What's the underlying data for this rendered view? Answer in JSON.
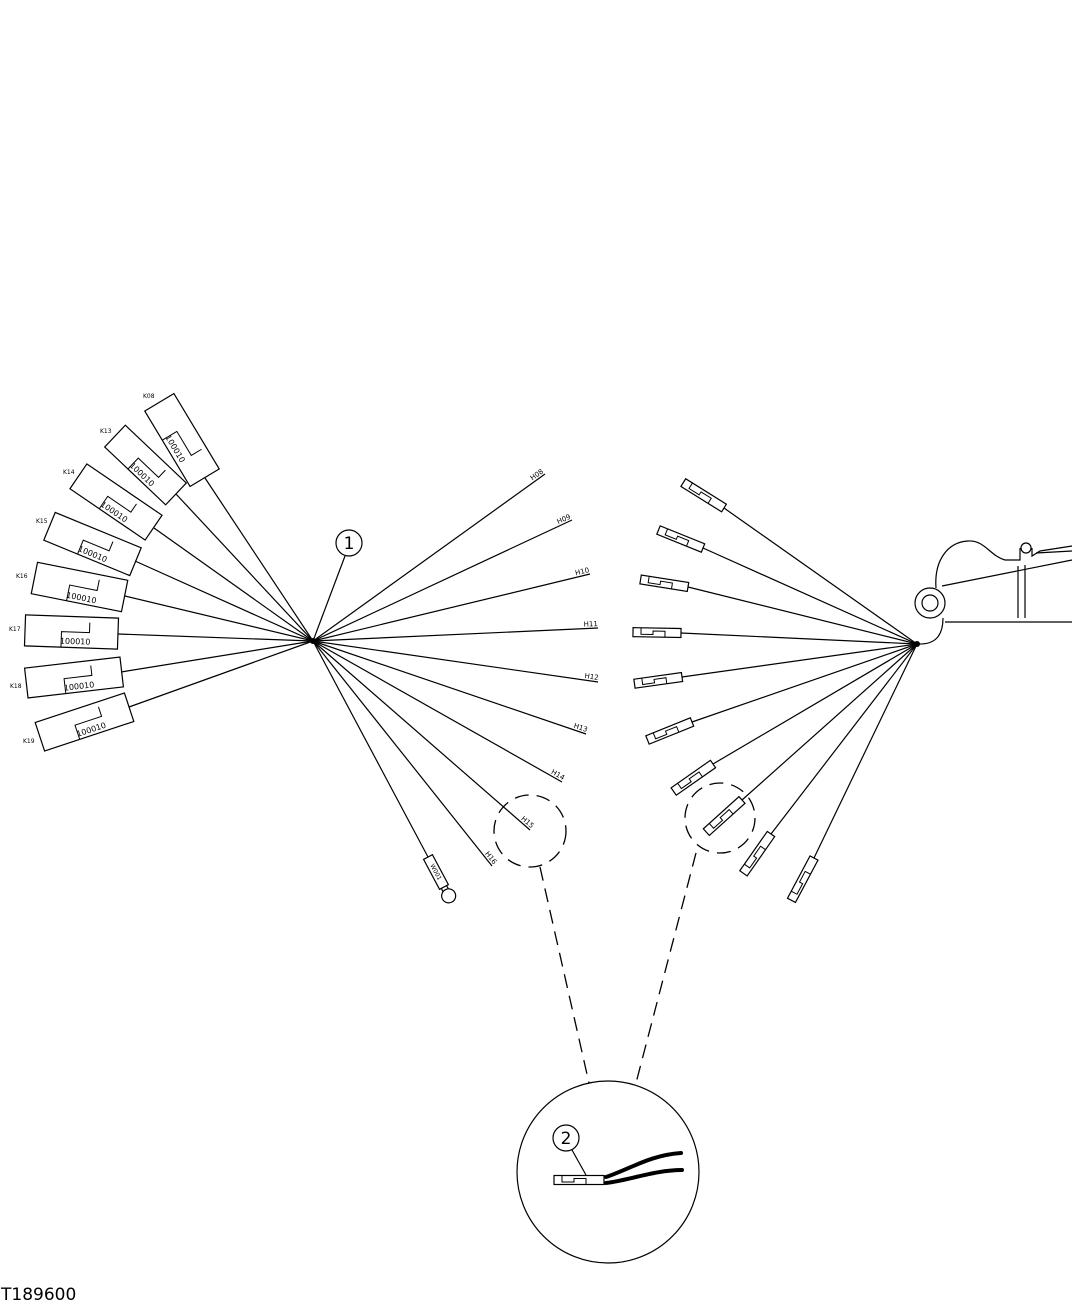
{
  "figure_id": "T189600",
  "callout_1": "1",
  "callout_2": "2",
  "fuses": [
    {
      "tag": "K08",
      "code": "100010"
    },
    {
      "tag": "K13",
      "code": "100010"
    },
    {
      "tag": "K14",
      "code": "100010"
    },
    {
      "tag": "K15",
      "code": "100010"
    },
    {
      "tag": "K16",
      "code": "100010"
    },
    {
      "tag": "K17",
      "code": "100010"
    },
    {
      "tag": "K18",
      "code": "100010"
    },
    {
      "tag": "K19",
      "code": "100010"
    }
  ],
  "center_wire_labels": [
    "H08",
    "H09",
    "H10",
    "H11",
    "H12",
    "H13",
    "H14",
    "H15",
    "H16"
  ],
  "ring_terminal_label": "W001",
  "colors": {
    "line": "#000000",
    "background": "#ffffff"
  }
}
